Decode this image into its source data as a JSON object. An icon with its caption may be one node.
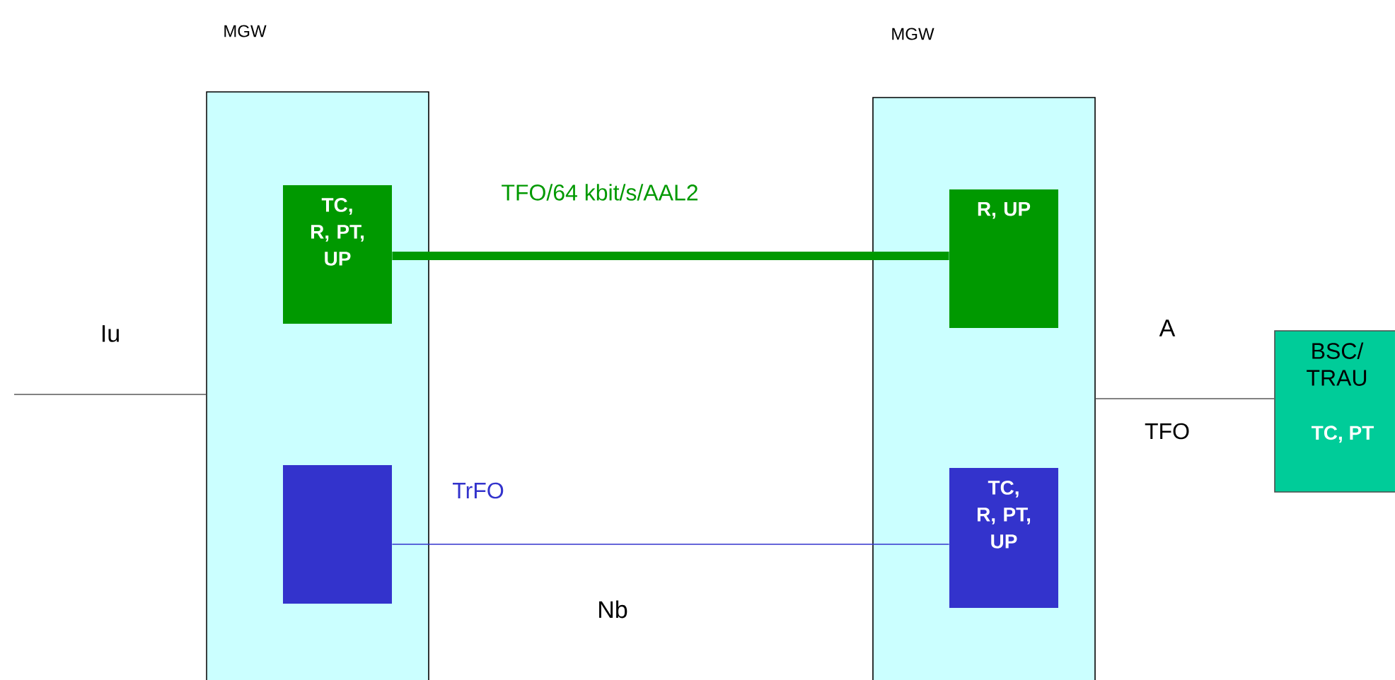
{
  "diagram": {
    "nodes": [
      {
        "text": [
          "MGW"
        ]
      },
      {
        "text": [
          "TC, R, PT, UP"
        ],
        "in": 0
      },
      {
        "text": [],
        "shape": "box",
        "in": 0
      },
      {
        "text": [
          "MGW"
        ]
      },
      {
        "text": [
          "R, UP"
        ],
        "in": 3
      },
      {
        "text": [
          "TC, R, PT, UP"
        ],
        "in": 3
      },
      {
        "text": [
          "BSC/ TRAU",
          "TC, PT"
        ]
      }
    ],
    "edges": [
      {
        "from": null,
        "to": 0,
        "arrow": "none"
      },
      {
        "from": 1,
        "to": 4,
        "arrow": "none",
        "label": "TFO/64 kbit/s/AAL2",
        "style": "thick",
        "color": "#009900"
      },
      {
        "from": 2,
        "to": 5,
        "arrow": "none",
        "label": "TrFO",
        "color": "#3333cc"
      },
      {
        "from": 3,
        "to": 6,
        "arrow": "none",
        "label": "TFO"
      }
    ],
    "labels": [
      "Iu",
      "A",
      "Nb"
    ]
  }
}
